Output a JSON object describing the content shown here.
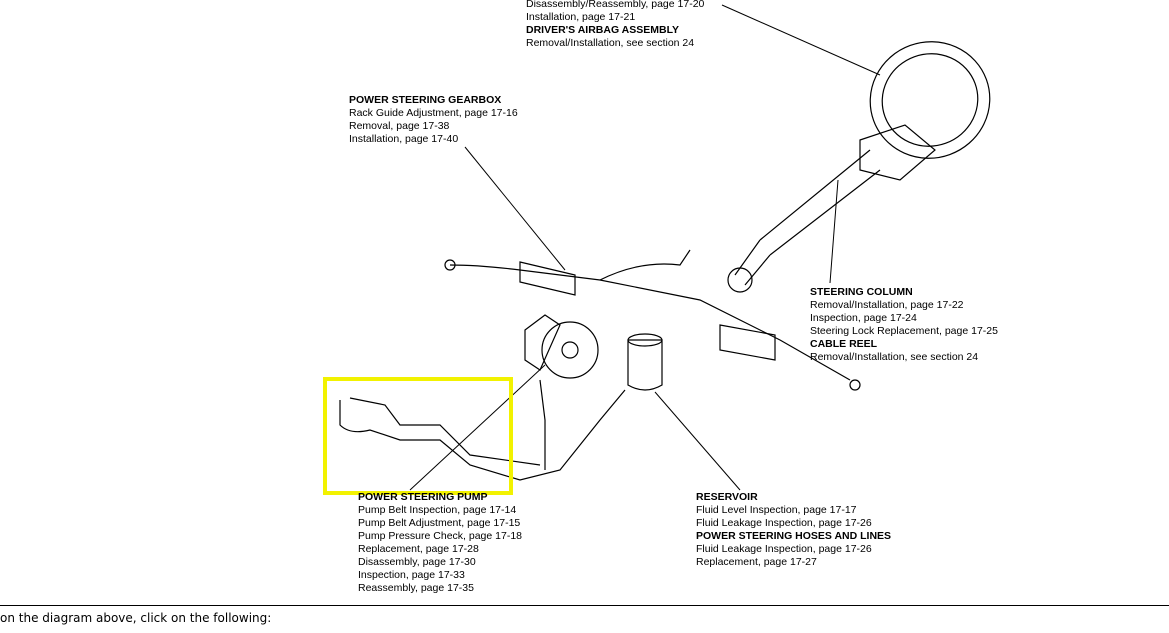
{
  "labels": {
    "airbag": {
      "lines": [
        "Disassembly/Reassembly, page 17-20",
        "Installation, page 17-21"
      ],
      "title": "DRIVER'S AIRBAG ASSEMBLY",
      "sub": [
        "Removal/Installation, see section 24"
      ]
    },
    "gearbox": {
      "title": "POWER STEERING GEARBOX",
      "lines": [
        "Rack Guide Adjustment, page 17-16",
        "Removal, page 17-38",
        "Installation, page 17-40"
      ]
    },
    "column": {
      "title": "STEERING COLUMN",
      "lines": [
        "Removal/Installation, page 17-22",
        "Inspection, page 17-24",
        "Steering Lock Replacement, page 17-25"
      ],
      "title2": "CABLE REEL",
      "sub": [
        "Removal/Installation, see section 24"
      ]
    },
    "pump": {
      "title": "POWER STEERING PUMP",
      "lines": [
        "Pump Belt Inspection, page 17-14",
        "Pump Belt Adjustment, page 17-15",
        "Pump Pressure Check, page 17-18",
        "Replacement, page 17-28",
        "Disassembly, page 17-30",
        "Inspection, page 17-33",
        "Reassembly, page 17-35"
      ]
    },
    "reservoir": {
      "title": "RESERVOIR",
      "lines": [
        "Fluid Level Inspection, page 17-17",
        "Fluid Leakage Inspection, page 17-26"
      ],
      "title2": "POWER STEERING HOSES AND LINES",
      "sub": [
        "Fluid Leakage Inspection, page 17-26",
        "Replacement, page 17-27"
      ]
    }
  },
  "instruction": "on the diagram above, click on the following:",
  "highlight_color": "#f2f200"
}
